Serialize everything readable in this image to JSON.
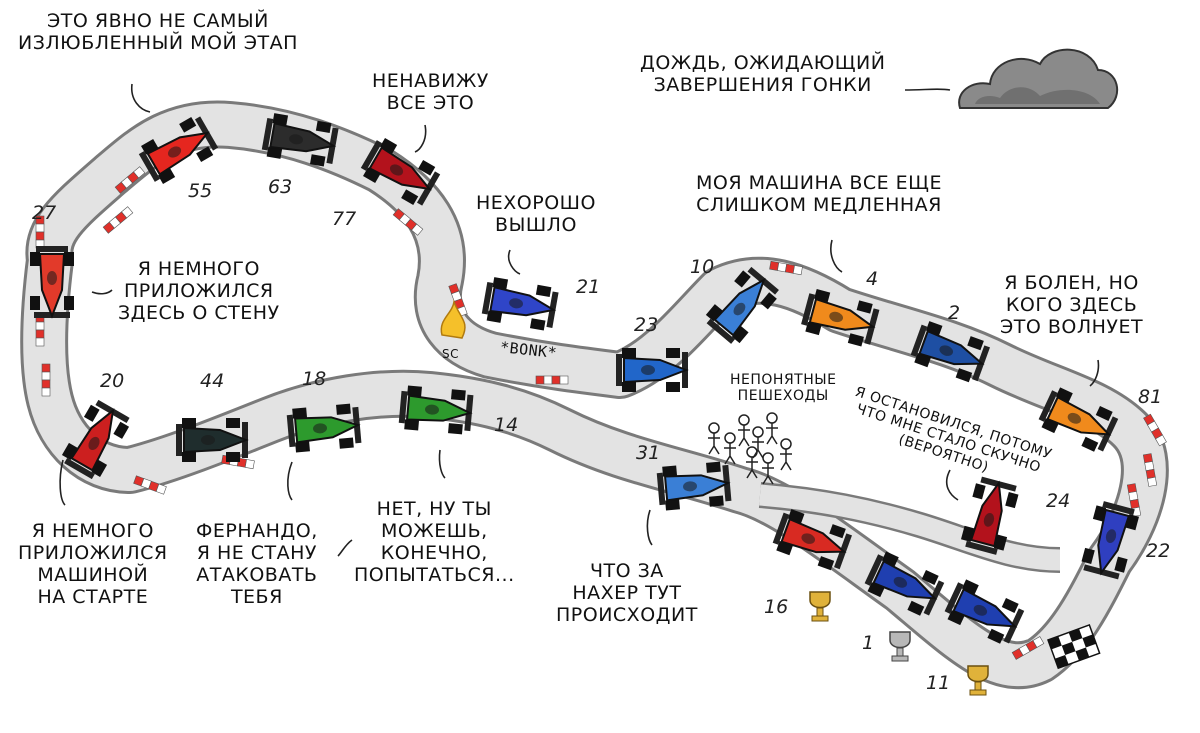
{
  "colors": {
    "track": "#e3e3e3",
    "track_edge": "#555555",
    "kerb_red": "#e0302a",
    "cloud": "#666666",
    "trophy_gold": "#e0b23a",
    "trophy_silver": "#b8b8b8"
  },
  "captions": {
    "least_favorite": "ЭТО ЯВНО НЕ САМЫЙ\nИЗЛЮБЛЕННЫЙ МОЙ ЭТАП",
    "hate_all": "НЕНАВИЖУ\nВСЕ ЭТО",
    "rain": "ДОЖДЬ, ОЖИДАЮЩИЙ\nЗАВЕРШЕНИЯ ГОНКИ",
    "not_good": "НЕХОРОШО\nВЫШЛО",
    "car_slow": "МОЯ МАШИНА ВСЕ ЕЩЕ\nСЛИШКОМ МЕДЛЕННАЯ",
    "sick": "Я БОЛЕН, НО\nКОГО ЗДЕСЬ\nЭТО ВОЛНУЕТ",
    "wall": "Я НЕМНОГО\nПРИЛОЖИЛСЯ\nЗДЕСЬ О СТЕНУ",
    "pedestrians": "НЕПОНЯТНЫЕ\nПЕШЕХОДЫ",
    "bored": "Я ОСТАНОВИЛСЯ, ПОТОМУ\nЧТО МНЕ СТАЛО СКУЧНО\n(ВЕРОЯТНО)",
    "start_crash": "Я НЕМНОГО\nПРИЛОЖИЛСЯ\nМАШИНОЙ\nНА СТАРТЕ",
    "fernando": "ФЕРНАНДО,\nЯ НЕ СТАНУ\nАТАКОВАТЬ\nТЕБЯ",
    "you_can_try": "НЕТ, НУ ТЫ\nМОЖЕШЬ,\nКОНЕЧНО,\nПОПЫТАТЬСЯ...",
    "whats_going_on": "ЧТО ЗА\nНАХЕР ТУТ\nПРОИСХОДИТ",
    "bonk": "*BONK*",
    "sc": "SC"
  },
  "car_numbers": {
    "n27": "27",
    "n55": "55",
    "n63": "63",
    "n77": "77",
    "n21": "21",
    "n23": "23",
    "n10": "10",
    "n4": "4",
    "n2": "2",
    "n81": "81",
    "n20": "20",
    "n44": "44",
    "n18": "18",
    "n14": "14",
    "n31": "31",
    "n24": "24",
    "n22": "22",
    "n16": "16",
    "n1": "1",
    "n11": "11"
  },
  "cars": [
    {
      "id": "27",
      "color": "#e23a2a"
    },
    {
      "id": "55",
      "color": "#e5261f"
    },
    {
      "id": "63",
      "color": "#2c2c2c"
    },
    {
      "id": "77",
      "color": "#b3121c"
    },
    {
      "id": "21",
      "color": "#2f45c8"
    },
    {
      "id": "23",
      "color": "#2166c9"
    },
    {
      "id": "10",
      "color": "#3a7fd6"
    },
    {
      "id": "4",
      "color": "#f08a1c"
    },
    {
      "id": "2",
      "color": "#1e4fa3"
    },
    {
      "id": "81",
      "color": "#f08a1c"
    },
    {
      "id": "20",
      "color": "#cc1f1f"
    },
    {
      "id": "44",
      "color": "#1f2d2d"
    },
    {
      "id": "18",
      "color": "#2d9a2d"
    },
    {
      "id": "14",
      "color": "#2d9a2d"
    },
    {
      "id": "31",
      "color": "#3a7fd6"
    },
    {
      "id": "24",
      "color": "#b3121c"
    },
    {
      "id": "22",
      "color": "#2f3fc0"
    },
    {
      "id": "16",
      "color": "#d82a22"
    },
    {
      "id": "1",
      "color": "#1f3fb0"
    },
    {
      "id": "11",
      "color": "#1f3fb0"
    }
  ]
}
